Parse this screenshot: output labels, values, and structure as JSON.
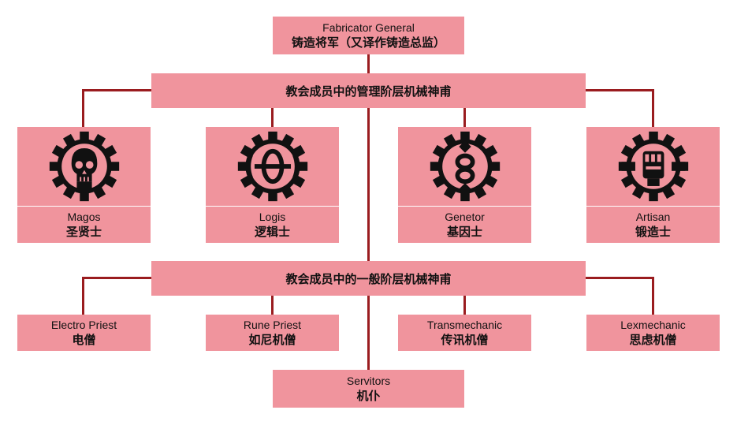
{
  "top": {
    "en": "Fabricator General",
    "zh": "铸造将军（又译作铸造总监）"
  },
  "band_upper": "教会成员中的管理阶层机械神甫",
  "band_lower": "教会成员中的一般阶层机械神甫",
  "upper_roles": [
    {
      "en": "Magos",
      "zh": "圣贤士",
      "icon": "skull-gear-icon"
    },
    {
      "en": "Logis",
      "zh": "逻辑士",
      "icon": "theta-gear-icon"
    },
    {
      "en": "Genetor",
      "zh": "基因士",
      "icon": "helix-gear-icon"
    },
    {
      "en": "Artisan",
      "zh": "锻造士",
      "icon": "fist-gear-icon"
    }
  ],
  "lower_roles": [
    {
      "en": "Electro Priest",
      "zh": "电僧"
    },
    {
      "en": "Rune Priest",
      "zh": "如尼机僧"
    },
    {
      "en": "Transmechanic",
      "zh": "传讯机僧"
    },
    {
      "en": "Lexmechanic",
      "zh": "思虑机僧"
    }
  ],
  "bottom": {
    "en": "Servitors",
    "zh": "机仆"
  },
  "colors": {
    "box": "#f0949d",
    "line": "#9a1c1f",
    "icon": "#111111"
  }
}
